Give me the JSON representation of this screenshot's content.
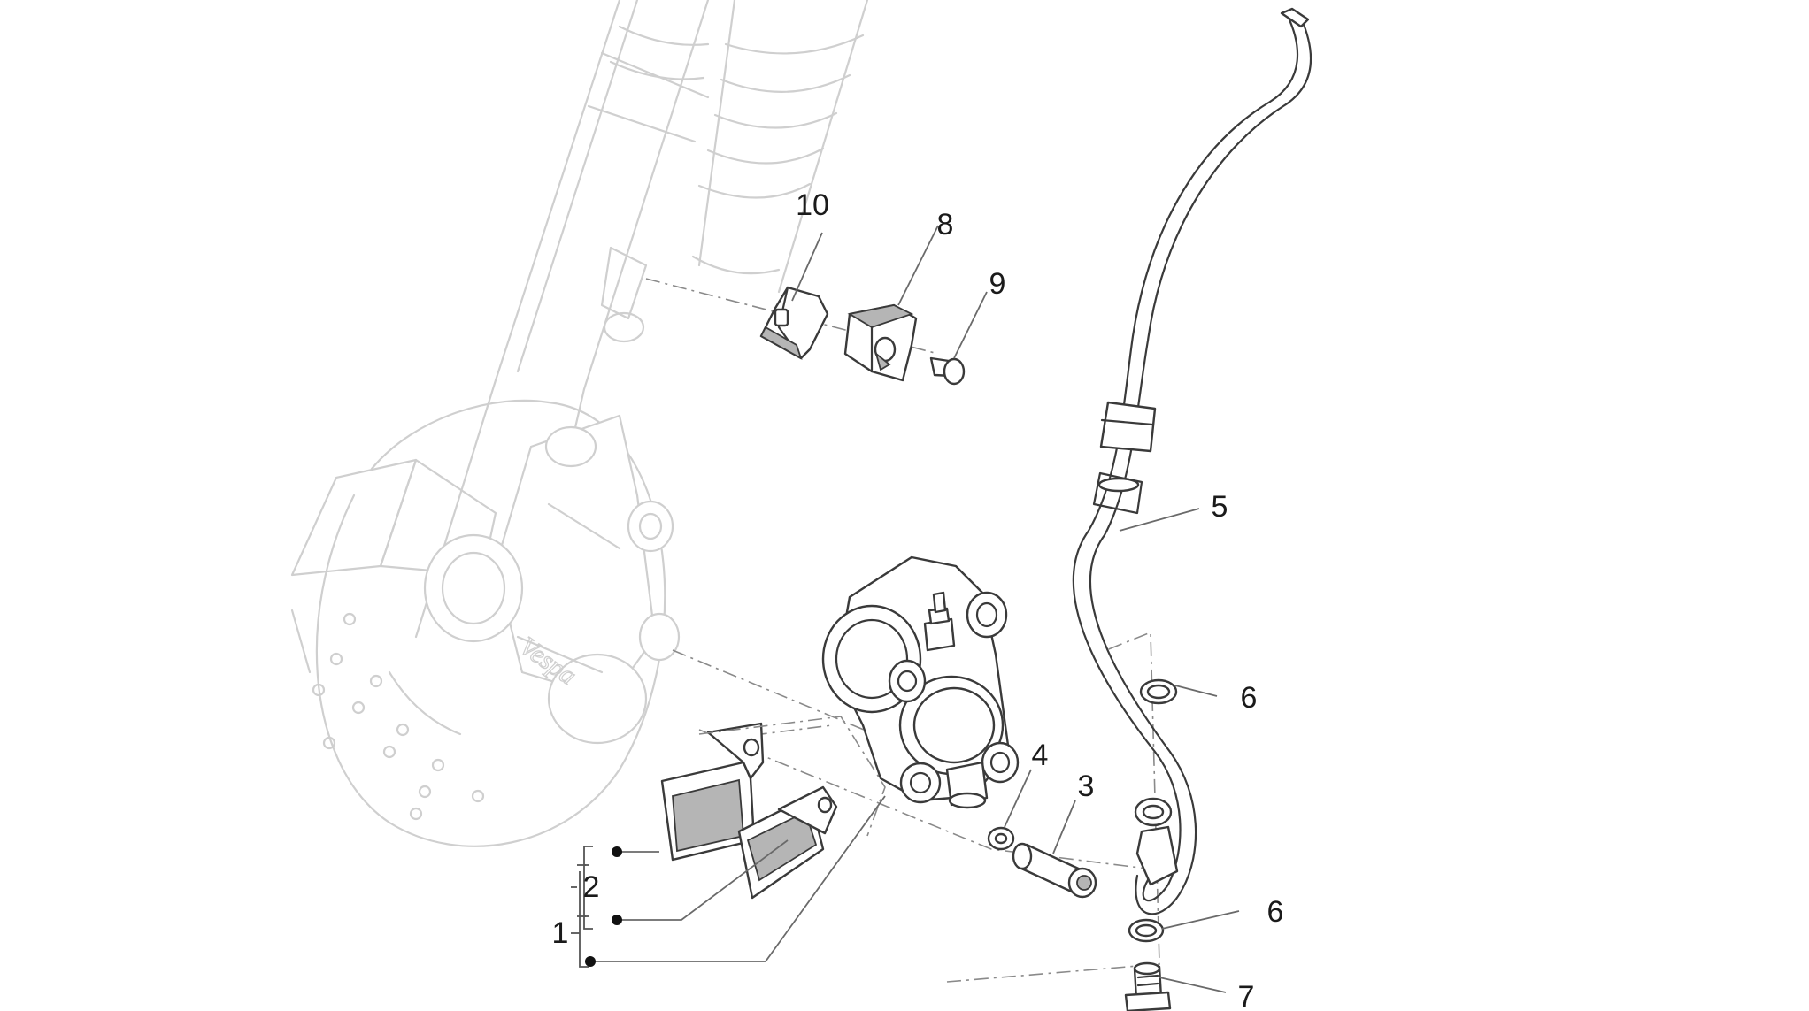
{
  "callouts": {
    "c1": "1",
    "c2": "2",
    "c3": "3",
    "c4": "4",
    "c5": "5",
    "c6a": "6",
    "c6b": "6",
    "c7": "7",
    "c8": "8",
    "c9": "9",
    "c10": "10"
  },
  "logo_text": "Vespa",
  "colors": {
    "part_stroke": "#3a3a3a",
    "ghost_stroke": "#cfcfcf",
    "callout_text": "#1a1a1a"
  }
}
